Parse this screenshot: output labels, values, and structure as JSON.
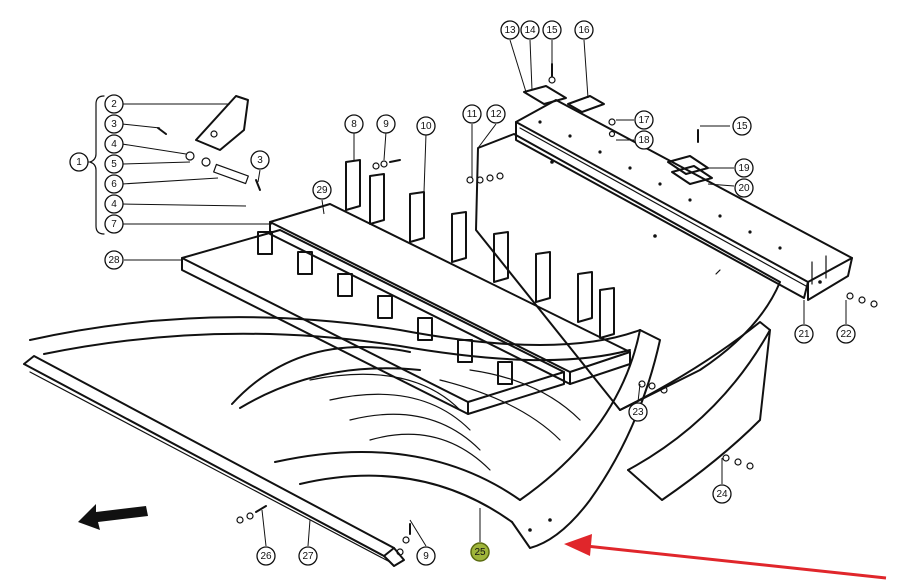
{
  "diagram": {
    "highlight_color": "#9fb53a",
    "arrow_color": "#e0262b",
    "callouts": [
      {
        "id": "c1",
        "label": "1"
      },
      {
        "id": "c2",
        "label": "2"
      },
      {
        "id": "c3a",
        "label": "3"
      },
      {
        "id": "c3b",
        "label": "3"
      },
      {
        "id": "c4a",
        "label": "4"
      },
      {
        "id": "c4b",
        "label": "4"
      },
      {
        "id": "c5",
        "label": "5"
      },
      {
        "id": "c6",
        "label": "6"
      },
      {
        "id": "c7",
        "label": "7"
      },
      {
        "id": "c8",
        "label": "8"
      },
      {
        "id": "c9a",
        "label": "9"
      },
      {
        "id": "c9b",
        "label": "9"
      },
      {
        "id": "c10",
        "label": "10"
      },
      {
        "id": "c11",
        "label": "11"
      },
      {
        "id": "c12",
        "label": "12"
      },
      {
        "id": "c13",
        "label": "13"
      },
      {
        "id": "c14",
        "label": "14"
      },
      {
        "id": "c15a",
        "label": "15"
      },
      {
        "id": "c15b",
        "label": "15"
      },
      {
        "id": "c16",
        "label": "16"
      },
      {
        "id": "c17",
        "label": "17"
      },
      {
        "id": "c18",
        "label": "18"
      },
      {
        "id": "c19",
        "label": "19"
      },
      {
        "id": "c20",
        "label": "20"
      },
      {
        "id": "c21",
        "label": "21"
      },
      {
        "id": "c22",
        "label": "22"
      },
      {
        "id": "c23",
        "label": "23"
      },
      {
        "id": "c24",
        "label": "24"
      },
      {
        "id": "c25",
        "label": "25",
        "highlighted": true
      },
      {
        "id": "c26",
        "label": "26"
      },
      {
        "id": "c27",
        "label": "27"
      },
      {
        "id": "c28",
        "label": "28"
      },
      {
        "id": "c29",
        "label": "29"
      }
    ]
  }
}
